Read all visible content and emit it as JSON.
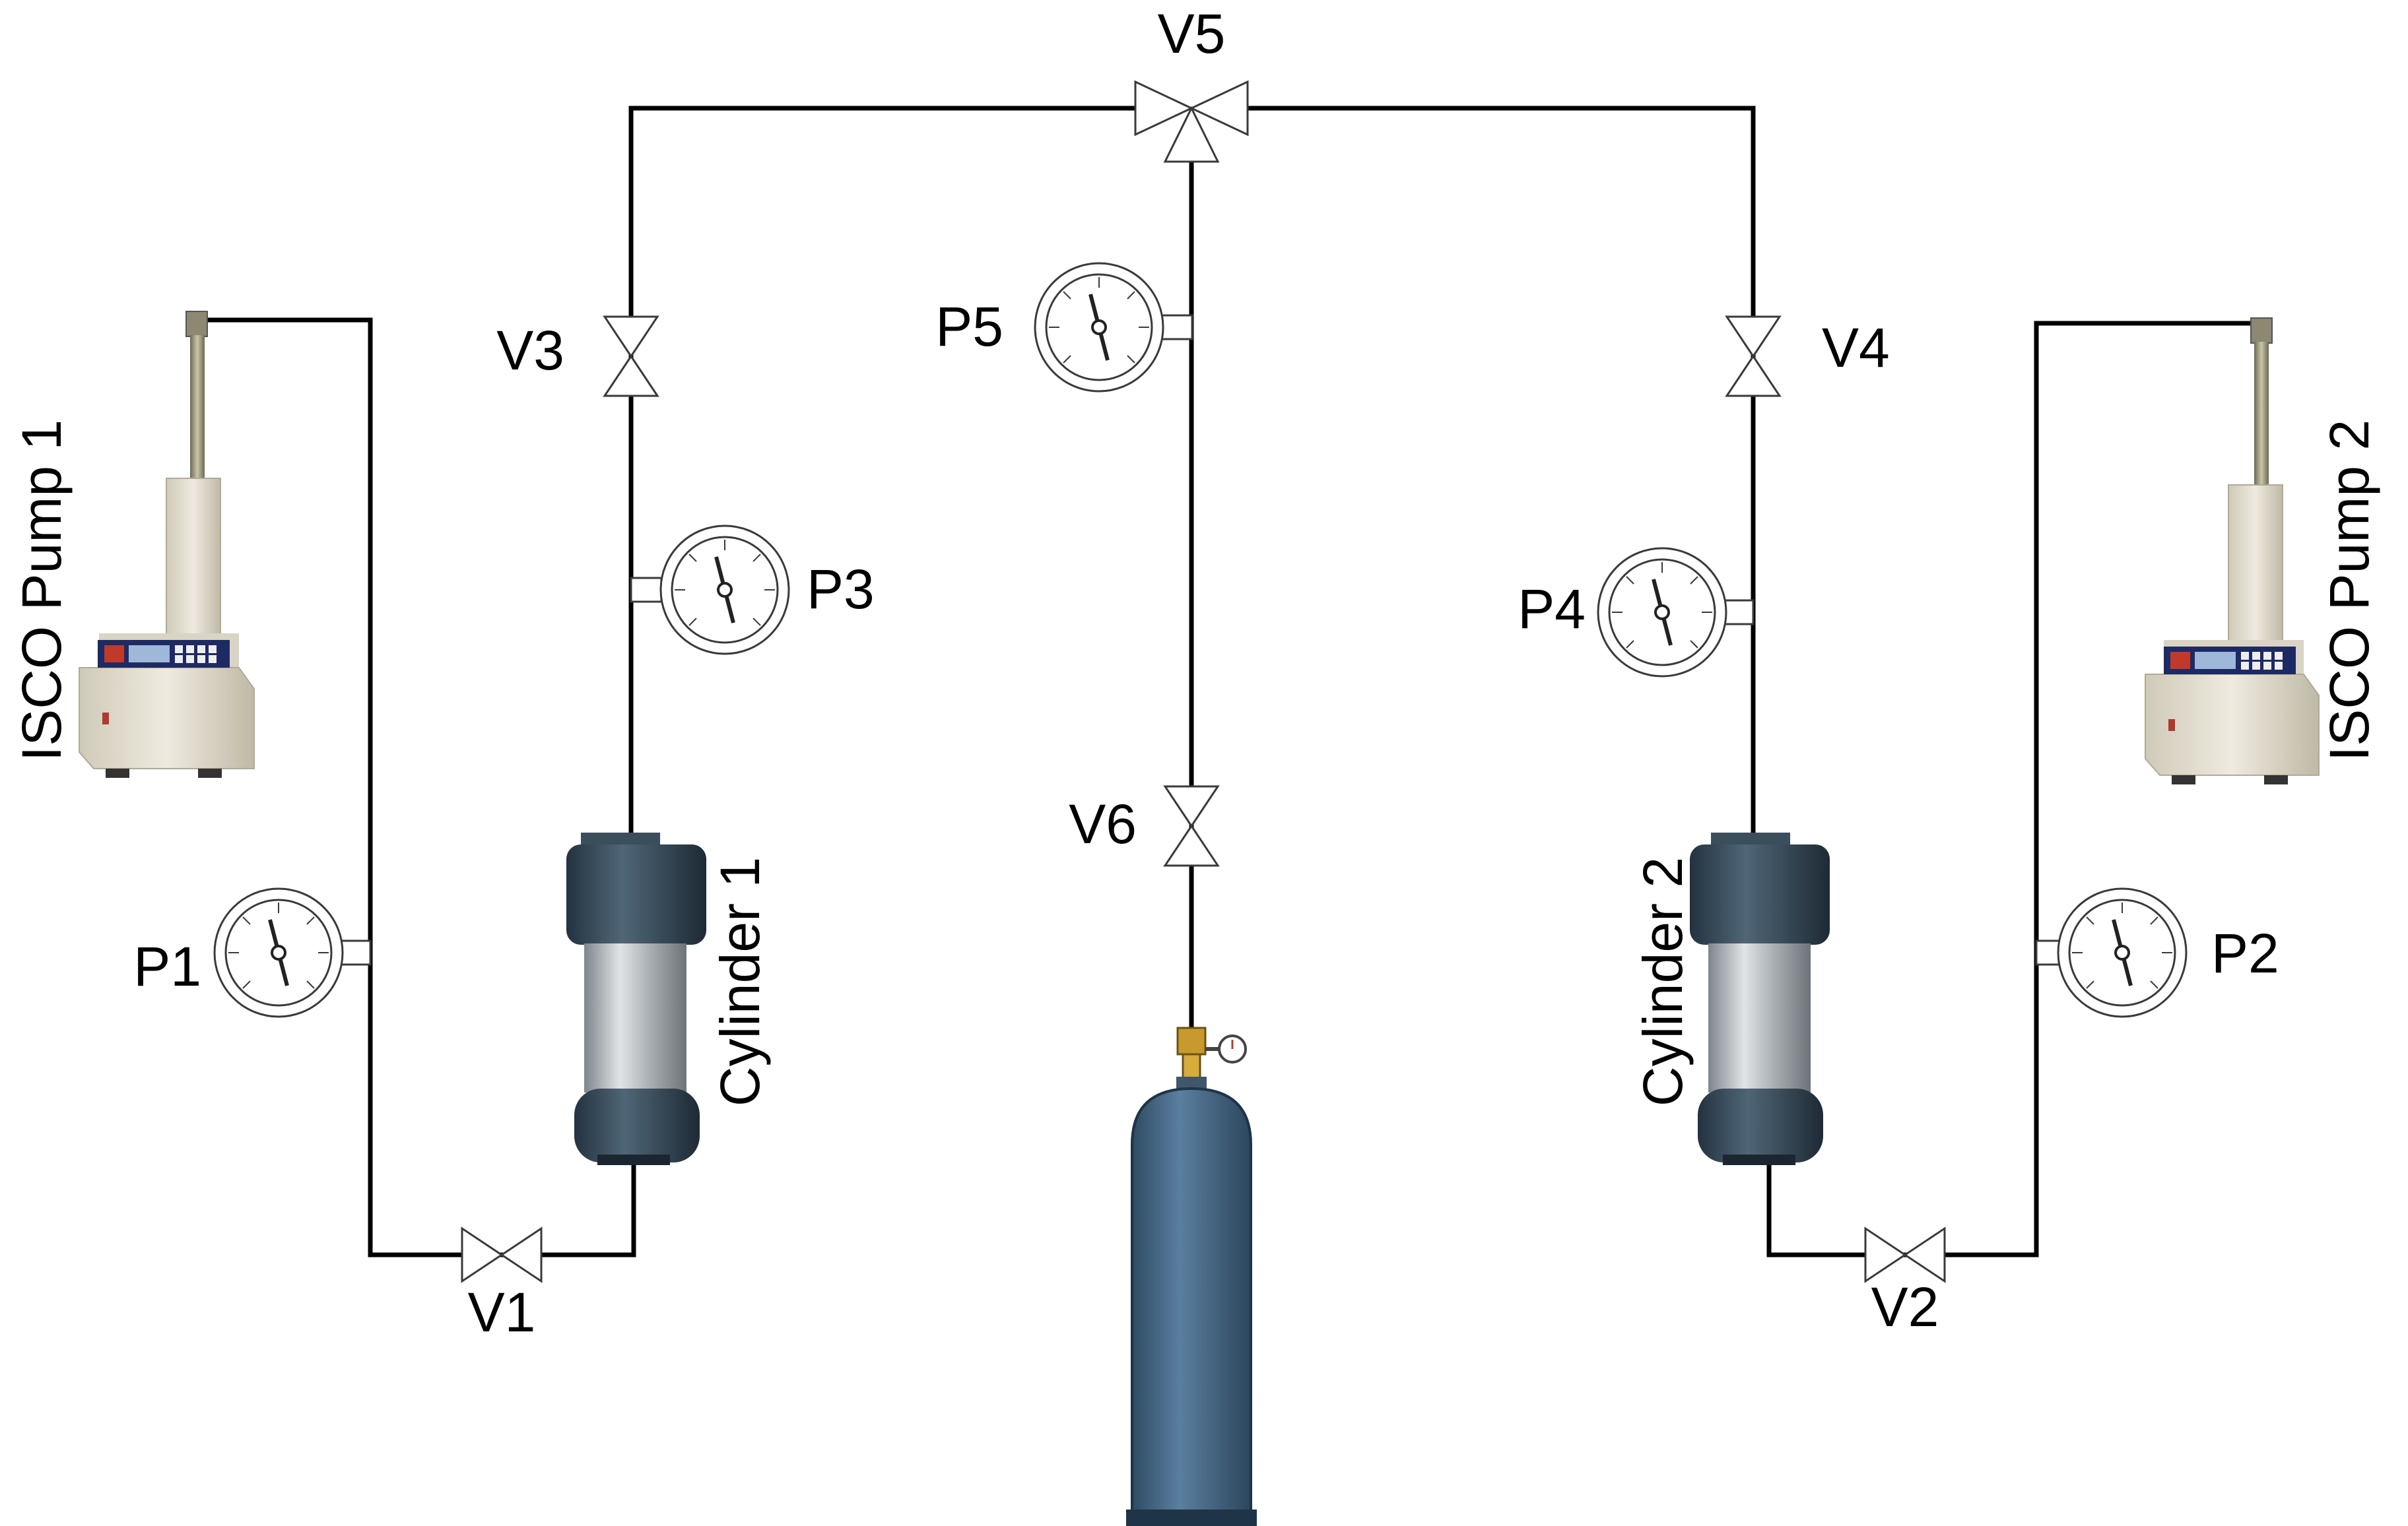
{
  "labels": {
    "v1": "V1",
    "v2": "V2",
    "v3": "V3",
    "v4": "V4",
    "v5": "V5",
    "v6": "V6",
    "p1": "P1",
    "p2": "P2",
    "p3": "P3",
    "p4": "P4",
    "p5": "P5",
    "pump1": "ISCO Pump 1",
    "pump2": "ISCO Pump 2",
    "cyl1": "Cylinder 1",
    "cyl2": "Cylinder 2"
  },
  "colors": {
    "pipe": "#000000",
    "cylinder_cap": "#3a4f5e",
    "cylinder_body": "#b8bcc0",
    "gas_bottle": "#4a6d8c",
    "pump_body": "#e5e1d4"
  }
}
